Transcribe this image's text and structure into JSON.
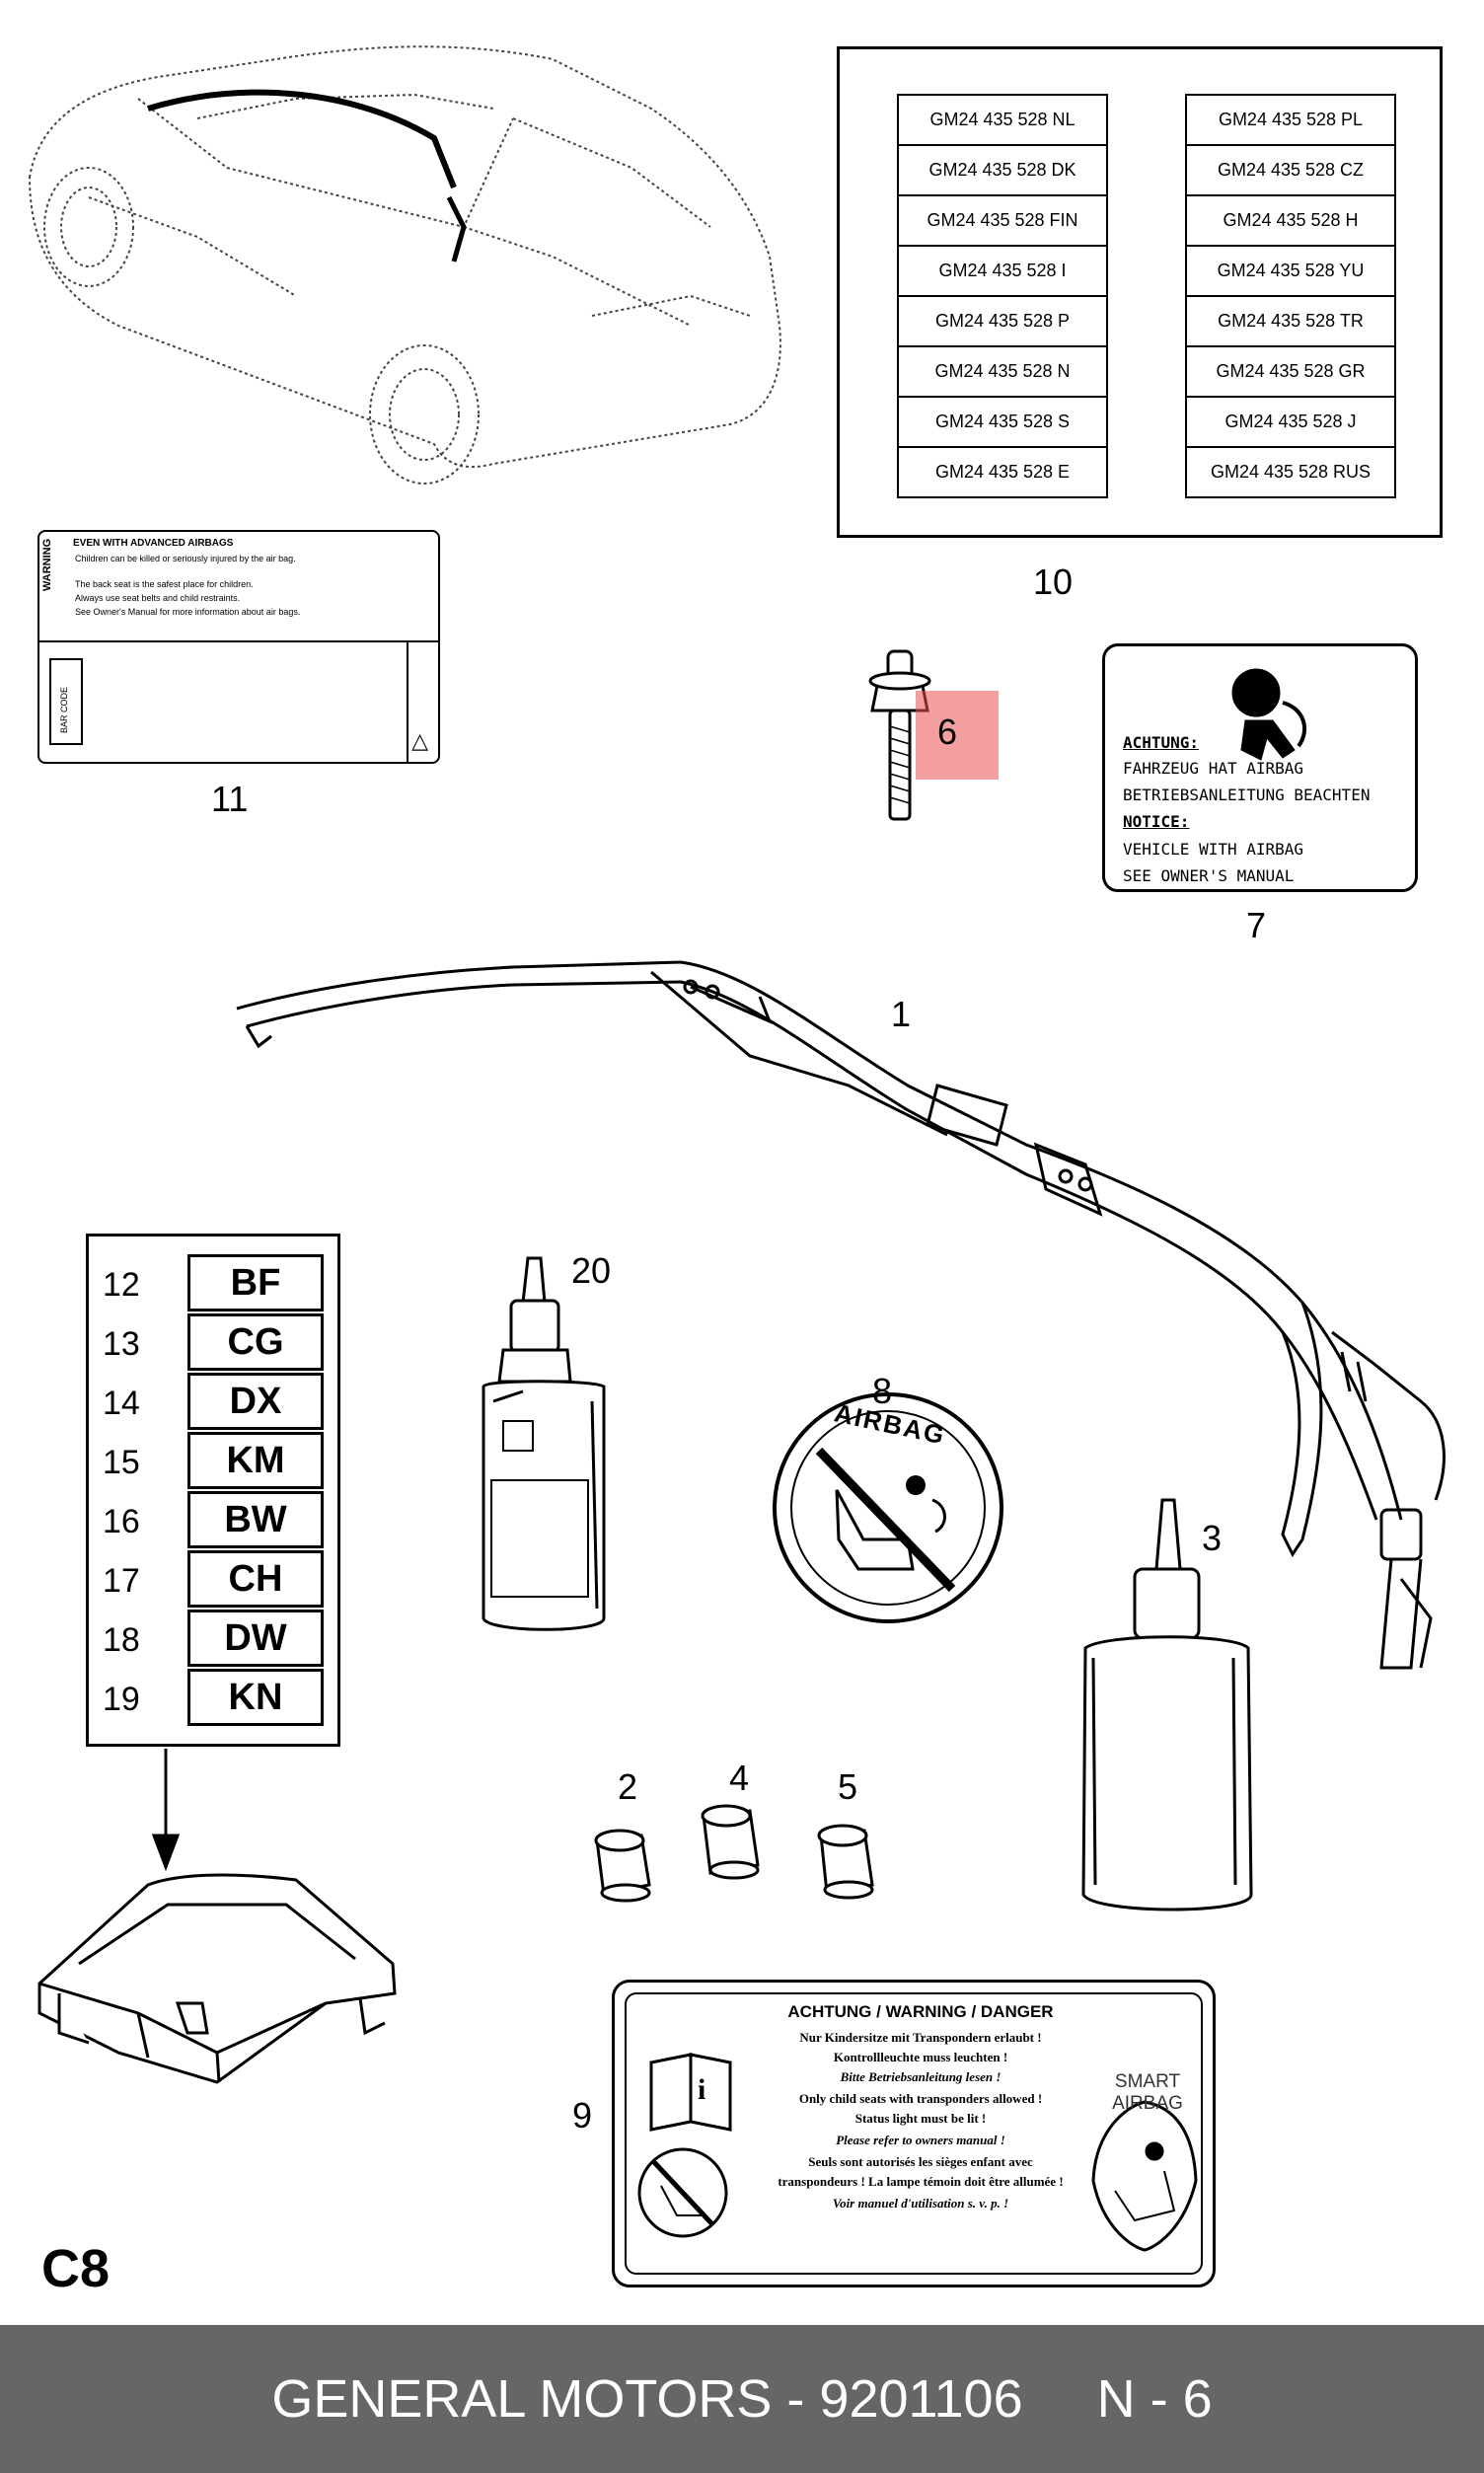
{
  "callouts": {
    "c1": "1",
    "c2": "2",
    "c3": "3",
    "c4": "4",
    "c5": "5",
    "c6": "6",
    "c7": "7",
    "c8": "8",
    "c9": "9",
    "c10": "10",
    "c11": "11",
    "c20": "20"
  },
  "part_numbers": {
    "left": [
      "GM24 435 528 NL",
      "GM24 435 528 DK",
      "GM24 435 528 FIN",
      "GM24 435 528 I",
      "GM24 435 528 P",
      "GM24 435 528 N",
      "GM24 435 528 S",
      "GM24 435 528 E"
    ],
    "right": [
      "GM24 435 528 PL",
      "GM24 435 528 CZ",
      "GM24 435 528 H",
      "GM24 435 528 YU",
      "GM24 435 528 TR",
      "GM24 435 528 GR",
      "GM24 435 528 J",
      "GM24 435 528 RUS"
    ]
  },
  "codes": [
    {
      "num": "12",
      "code": "BF"
    },
    {
      "num": "13",
      "code": "CG"
    },
    {
      "num": "14",
      "code": "DX"
    },
    {
      "num": "15",
      "code": "KM"
    },
    {
      "num": "16",
      "code": "BW"
    },
    {
      "num": "17",
      "code": "CH"
    },
    {
      "num": "18",
      "code": "DW"
    },
    {
      "num": "19",
      "code": "KN"
    }
  ],
  "label7": {
    "l1": "ACHTUNG:",
    "l2": "FAHRZEUG HAT AIRBAG",
    "l3": "BETRIEBSANLEITUNG BEACHTEN",
    "l4": "NOTICE:",
    "l5": "VEHICLE WITH AIRBAG",
    "l6": "SEE OWNER'S MANUAL"
  },
  "label11": {
    "heading": "EVEN WITH ADVANCED AIRBAGS",
    "side": "WARNING",
    "bullets": [
      "Children can be killed or seriously injured by the air bag.",
      "The back seat is the safest place for children.",
      "Always use seat belts and child restraints.",
      "See Owner's Manual for more information about air bags."
    ],
    "barcode": "BAR CODE"
  },
  "label8": {
    "text": "AIRBAG"
  },
  "label9": {
    "header": "ACHTUNG / WARNING / DANGER",
    "lines": [
      "Nur Kindersitze mit Transpondern erlaubt !",
      "Kontrollleuchte muss leuchten !",
      "Bitte Betriebsanleitung lesen !",
      "Only child seats with transponders allowed !",
      "Status light must be lit !",
      "Please refer to owners manual !",
      "Seuls sont autorisés les sièges enfant avec",
      "transpondeurs ! La lampe témoin doit être allumée !",
      "Voir manuel d'utilisation s. v. p. !"
    ],
    "smart1": "SMART",
    "smart2": "AIRBAG"
  },
  "page_id": "C8",
  "footer": {
    "brand": "GENERAL MOTORS",
    "sep": " - ",
    "part": "9201106",
    "gap": "     ",
    "page": "N - 6"
  }
}
